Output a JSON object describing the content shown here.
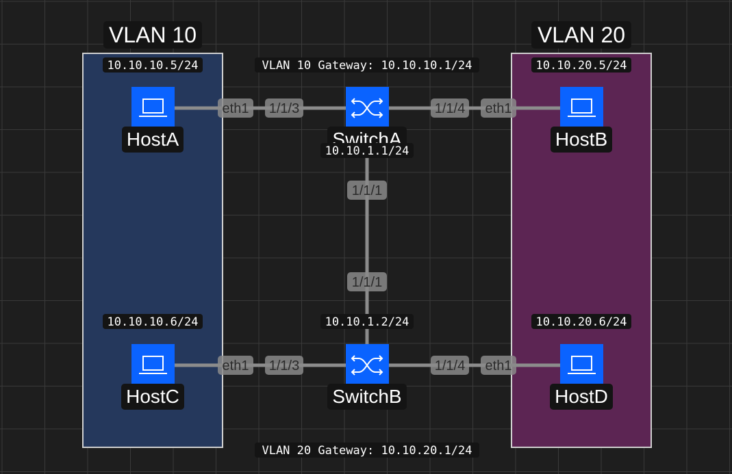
{
  "colors": {
    "background": "#1e1e1e",
    "grid": "#3a3a3a",
    "vlan10_fill": "#25385c",
    "vlan20_fill": "#5c2553",
    "group_border": "#d0d0d0",
    "node_fill": "#0a63ff",
    "link": "#8c8c8c"
  },
  "groups": {
    "vlan10": {
      "title": "VLAN 10"
    },
    "vlan20": {
      "title": "VLAN 20"
    }
  },
  "annotations": {
    "vlan10_gateway": "VLAN 10 Gateway: 10.10.10.1/24",
    "vlan20_gateway": "VLAN 20 Gateway: 10.10.20.1/24"
  },
  "nodes": {
    "hostA": {
      "name": "HostA",
      "ip": "10.10.10.5/24",
      "icon": "laptop-icon"
    },
    "hostB": {
      "name": "HostB",
      "ip": "10.10.20.5/24",
      "icon": "laptop-icon"
    },
    "hostC": {
      "name": "HostC",
      "ip": "10.10.10.6/24",
      "icon": "laptop-icon"
    },
    "hostD": {
      "name": "HostD",
      "ip": "10.10.20.6/24",
      "icon": "laptop-icon"
    },
    "switchA": {
      "name": "SwitchA",
      "ip": "10.10.1.1/24",
      "icon": "switch-icon"
    },
    "switchB": {
      "name": "SwitchB",
      "ip": "10.10.1.2/24",
      "icon": "switch-icon"
    }
  },
  "links": [
    {
      "from": "HostA",
      "to": "SwitchA",
      "from_port": "eth1",
      "to_port": "1/1/3"
    },
    {
      "from": "SwitchA",
      "to": "HostB",
      "from_port": "1/1/4",
      "to_port": "eth1"
    },
    {
      "from": "SwitchA",
      "to": "SwitchB",
      "from_port": "1/1/1",
      "to_port": "1/1/1"
    },
    {
      "from": "HostC",
      "to": "SwitchB",
      "from_port": "eth1",
      "to_port": "1/1/3"
    },
    {
      "from": "SwitchB",
      "to": "HostD",
      "from_port": "1/1/4",
      "to_port": "eth1"
    }
  ]
}
